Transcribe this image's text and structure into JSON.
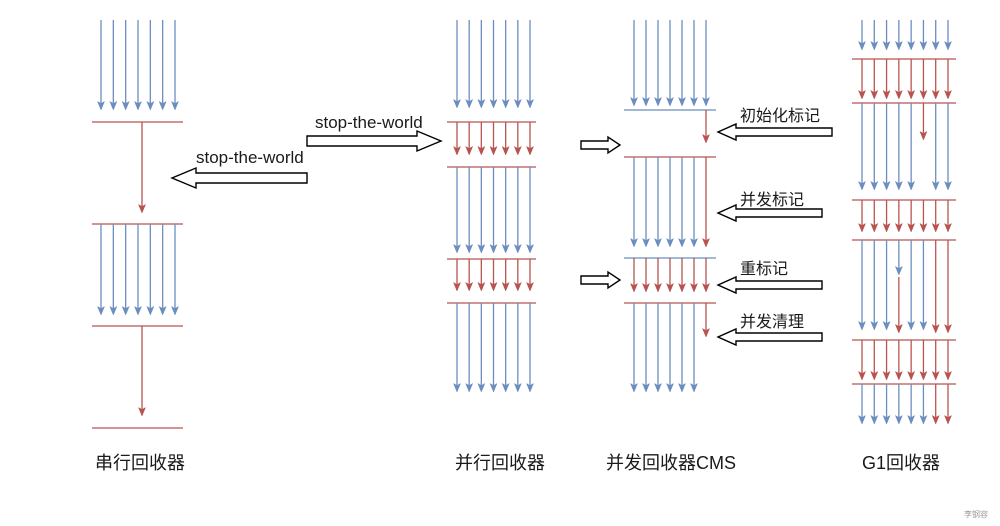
{
  "colors": {
    "arrow_blue": "#6c8ebf",
    "arrow_red": "#b85450",
    "outline": "#000000",
    "text": "#1a1a1a"
  },
  "serial": {
    "title": "串行回收器"
  },
  "parallel": {
    "title": "并行回收器"
  },
  "cms": {
    "title": "并发回收器CMS",
    "phases": {
      "initial_mark": "初始化标记",
      "concurrent_mark": "并发标记",
      "remark": "重标记",
      "concurrent_sweep": "并发清理"
    }
  },
  "g1": {
    "title": "G1回收器"
  },
  "stop_the_world": {
    "to_serial": "stop-the-world",
    "to_parallel": "stop-the-world"
  },
  "watermark": "李钢容"
}
